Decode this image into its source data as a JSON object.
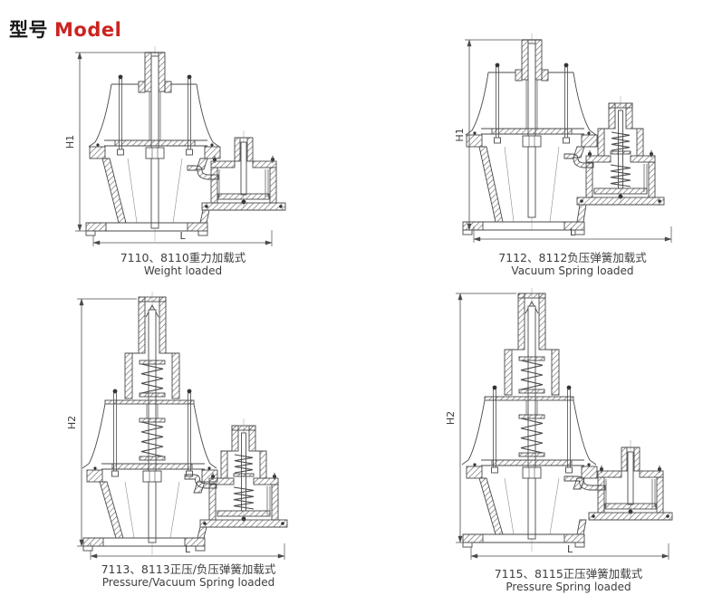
{
  "title": {
    "cn": "型号",
    "en": "Model"
  },
  "colors": {
    "line": "#4a4a4a",
    "hatch": "#5f5f5f",
    "text": "#3e3e3e",
    "accent_red": "#cc2420",
    "background": "#ffffff"
  },
  "figures": [
    {
      "model_cn": "7110、8110重力加载式",
      "model_en": "Weight loaded",
      "dims": {
        "height": "H1",
        "length": "L"
      },
      "main_valve": "weight",
      "side_valve": "plain"
    },
    {
      "model_cn": "7112、8112负压弹簧加载式",
      "model_en": "Vacuum Spring loaded",
      "dims": {
        "height": "H1",
        "length": "L"
      },
      "main_valve": "weight",
      "side_valve": "spring"
    },
    {
      "model_cn": "7113、8113正压/负压弹簧加载式",
      "model_en": "Pressure/Vacuum Spring loaded",
      "dims": {
        "height": "H2",
        "length": "L"
      },
      "main_valve": "spring",
      "side_valve": "spring"
    },
    {
      "model_cn": "7115、8115正压弹簧加载式",
      "model_en": "Pressure Spring loaded",
      "dims": {
        "height": "H2",
        "length": "L"
      },
      "main_valve": "spring",
      "side_valve": "plain"
    }
  ]
}
